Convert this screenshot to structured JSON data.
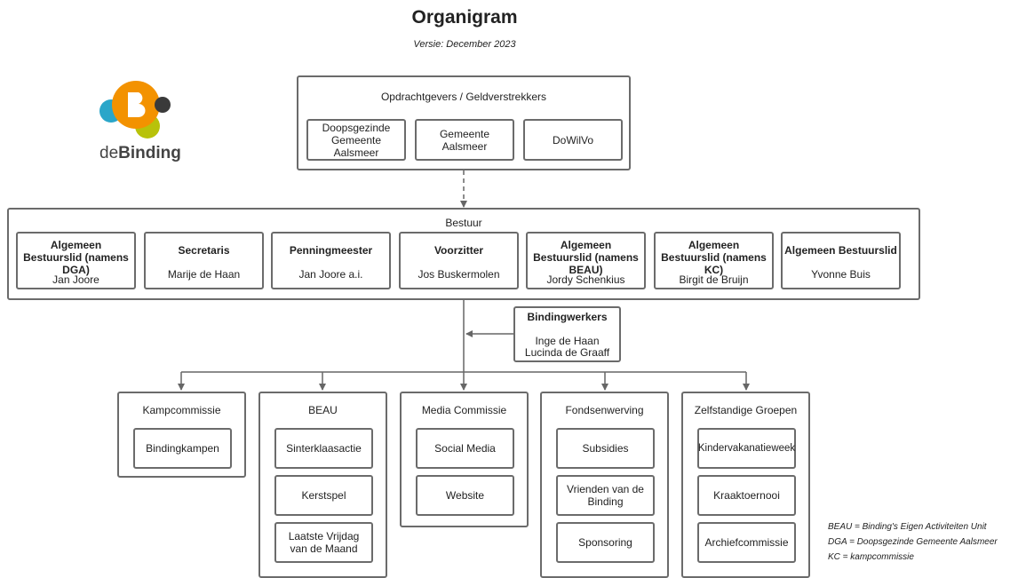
{
  "header": {
    "title": "Organigram",
    "version": "Versie: December 2023"
  },
  "logo": {
    "prefix": "de",
    "name": "Binding",
    "colors": [
      "#f39200",
      "#2aa6c9",
      "#b8c20a",
      "#3a3a3a"
    ]
  },
  "funders": {
    "title": "Opdrachtgevers / Geldverstrekkers",
    "items": [
      "Doopsgezinde Gemeente Aalsmeer",
      "Gemeente Aalsmeer",
      "DoWilVo"
    ]
  },
  "board": {
    "title": "Bestuur",
    "members": [
      {
        "role": "Algemeen Bestuurslid (namens DGA)",
        "name": "Jan Joore"
      },
      {
        "role": "Secretaris",
        "name": "Marije de Haan"
      },
      {
        "role": "Penningmeester",
        "name": "Jan Joore a.i."
      },
      {
        "role": "Voorzitter",
        "name": "Jos Buskermolen"
      },
      {
        "role": "Algemeen Bestuurslid (namens BEAU)",
        "name": "Jordy Schenkius"
      },
      {
        "role": "Algemeen Bestuurslid (namens KC)",
        "name": "Birgit de Bruijn"
      },
      {
        "role": "Algemeen Bestuurslid",
        "name": "Yvonne Buis"
      }
    ]
  },
  "workers": {
    "title": "Bindingwerkers",
    "names": [
      "Inge de Haan",
      "Lucinda de Graaff"
    ]
  },
  "committees": [
    {
      "title": "Kampcommissie",
      "items": [
        "Bindingkampen"
      ]
    },
    {
      "title": "BEAU",
      "items": [
        "Sinterklaasactie",
        "Kerstspel",
        "Laatste Vrijdag van de Maand"
      ]
    },
    {
      "title": "Media Commissie",
      "items": [
        "Social Media",
        "Website"
      ]
    },
    {
      "title": "Fondsenwerving",
      "items": [
        "Subsidies",
        "Vrienden van de Binding",
        "Sponsoring"
      ]
    },
    {
      "title": "Zelfstandige Groepen",
      "items": [
        "Kindervakanatieweek",
        "Kraaktoernooi",
        "Archiefcommissie"
      ]
    }
  ],
  "legend": [
    "BEAU = Binding's Eigen Activiteiten Unit",
    "DGA = Doopsgezinde Gemeente Aalsmeer",
    "KC = kampcommissie"
  ]
}
